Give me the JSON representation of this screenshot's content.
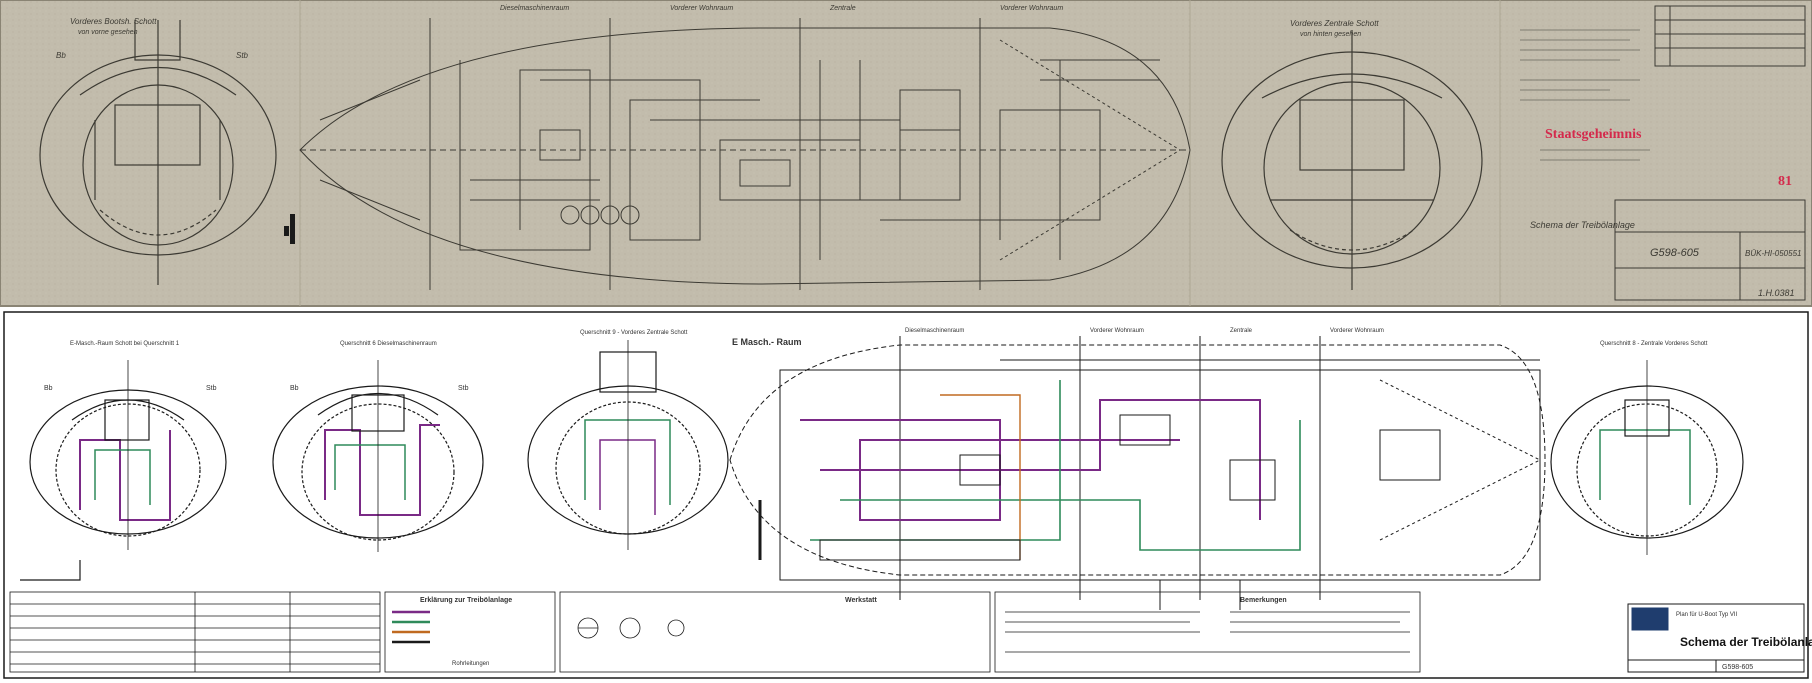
{
  "colors": {
    "scan_background": "#c2bcac",
    "scan_line": "#3c3a33",
    "stamp_red": "#d42a4c",
    "pipe_purple": "#7a2a86",
    "pipe_green": "#2f8a5a",
    "pipe_orange": "#c06a20",
    "line_black": "#1a1a1a",
    "logo_blue": "#1f3d6e"
  },
  "original_scan": {
    "section_labels": [
      "Dieselmaschinenraum",
      "Vorderer Wohnraum",
      "Zentrale",
      "Vorderer Wohnraum"
    ],
    "bulkhead_left_title": "Vorderes Bootsh. Schott",
    "bulkhead_left_sub": "von vorne gesehen",
    "bulkhead_right_title": "Vorderes Zentrale Schott",
    "bulkhead_right_sub": "von hinten gesehen",
    "stamp": "Staatsgeheimnis",
    "stamp_number": "81",
    "drawing_title": "Schema der Treibölanlage",
    "drawing_number": "G598-605",
    "reference_number": "BÜK-HI-050551",
    "sheet_number": "1.H.0381",
    "side_labels": [
      "Bb",
      "Stb"
    ]
  },
  "redrawing": {
    "top_section_labels": [
      "Dieselmaschinenraum",
      "Vorderer Wohnraum",
      "Zentrale",
      "Vorderer Wohnraum"
    ],
    "emasch_label": "E Masch.- Raum",
    "crosssection_titles": [
      "E-Masch.-Raum Schott bei Querschnitt 1",
      "Querschnitt 6 Dieselmaschinenraum",
      "Querschnitt 9 - Vorderes Zentrale Schott",
      "Querschnitt 8 - Zentrale Vorderes Schott"
    ],
    "side_labels": [
      "Bb",
      "Stb"
    ],
    "legend_title": "Erklärung zur Treibölanlage",
    "legend_sub": "Rohrleitungen",
    "workshop_title": "Werkstatt",
    "notes_title": "Bemerkungen",
    "title_block_title": "Schema der Treibölanlage",
    "title_block_project": "Plan für U-Boot Typ VII",
    "drawing_number": "G598-605"
  }
}
